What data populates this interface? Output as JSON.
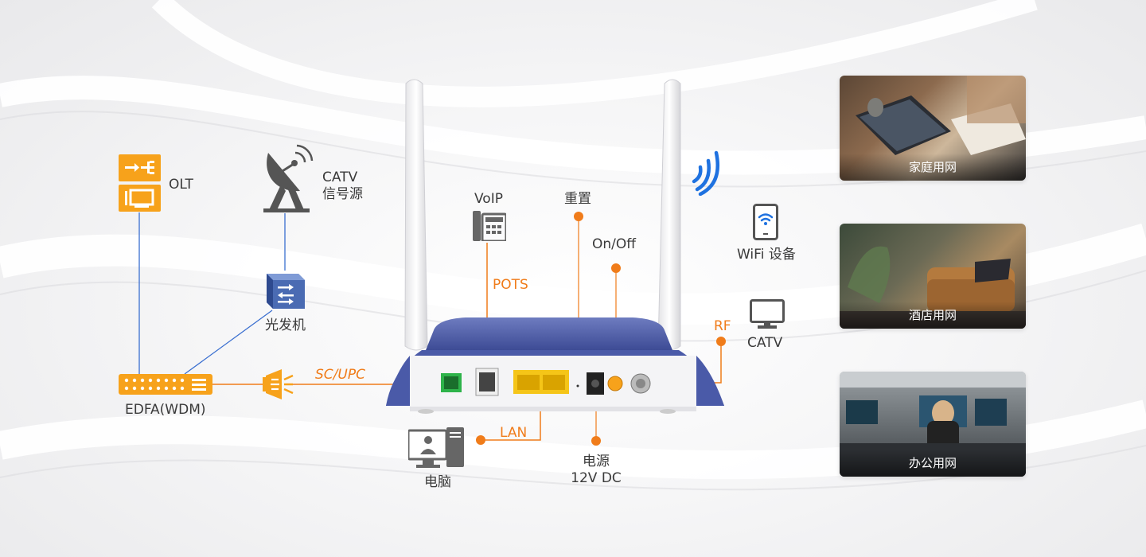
{
  "nodes": {
    "olt": "OLT",
    "catv_source_line1": "CATV",
    "catv_source_line2": "信号源",
    "transmitter": "光发机",
    "edfa": "EDFA(WDM)",
    "sc_upc": "SC/UPC",
    "voip": "VoIP",
    "pots": "POTS",
    "reset": "重置",
    "onoff": "On/Off",
    "lan": "LAN",
    "pc": "电脑",
    "power_line1": "电源",
    "power_line2": "12V DC",
    "wifi_device": "WiFi 设备",
    "rf": "RF",
    "catv": "CATV"
  },
  "scenes": [
    {
      "label": "家庭用网",
      "icon": "home-laptop-photo"
    },
    {
      "label": "酒店用网",
      "icon": "hotel-lounge-photo"
    },
    {
      "label": "办公用网",
      "icon": "office-desk-photo"
    }
  ],
  "colors": {
    "accent": "#f7a21b",
    "orange_text": "#f07c1a",
    "device_blue": "#4a5aa8",
    "link_blue": "#3a6fd0",
    "lan_yellow": "#f5c518",
    "pon_green": "#2eb34a"
  }
}
